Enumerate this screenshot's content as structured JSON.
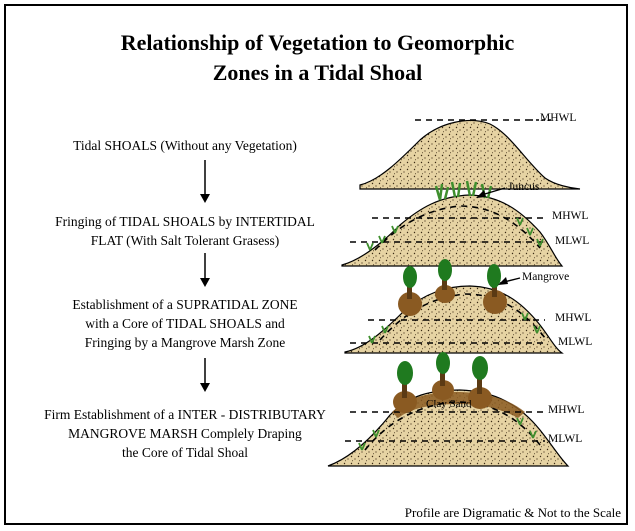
{
  "title": {
    "line1": "Relationship of Vegetation to Geomorphic",
    "line2": "Zones in a Tidal Shoal"
  },
  "steps": [
    {
      "line1": "Tidal SHOALS (Without any Vegetation)",
      "line2": "",
      "line3": ""
    },
    {
      "line1": "Fringing of TIDAL SHOALS by INTERTIDAL",
      "line2": "FLAT (With Salt Tolerant Grasess)",
      "line3": ""
    },
    {
      "line1": "Establishment  of a SUPRATIDAL ZONE",
      "line2": "with a Core of TIDAL SHOALS and",
      "line3": "Fringing by a Mangrove Marsh Zone"
    },
    {
      "line1": "Firm Establishment of a INTER - DISTRIBUTARY",
      "line2": "MANGROVE MARSH Complely Draping",
      "line3": "the Core of Tidal Shoal"
    }
  ],
  "labels": {
    "mhwl": "MHWL",
    "mlwl": "MLWL",
    "juncus": "Juncus",
    "mangrove": "Mangrove",
    "clay_sand": "Clay Sand"
  },
  "note": "Profile are Digramatic & Not to the Scale",
  "colors": {
    "sand": "#e6d3a3",
    "speckle": "#3a2a14",
    "grass": "#3f8f2e",
    "tree_crown": "#1f7a1f",
    "trunk": "#5b3a14",
    "mud": "#8a5a22"
  }
}
